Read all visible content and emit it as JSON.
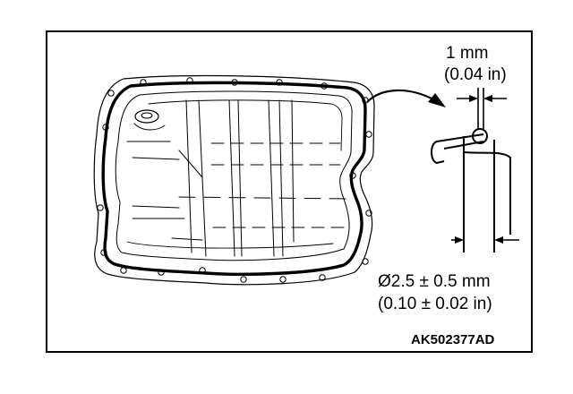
{
  "labels": {
    "gap_mm": "1 mm",
    "gap_in": "(0.04 in)",
    "diameter_mm": "Ø2.5 ± 0.5 mm",
    "diameter_in": "(0.10 ± 0.02 in)",
    "figure_code": "AK502377AD"
  },
  "colors": {
    "line": "#000000",
    "background": "#ffffff"
  }
}
